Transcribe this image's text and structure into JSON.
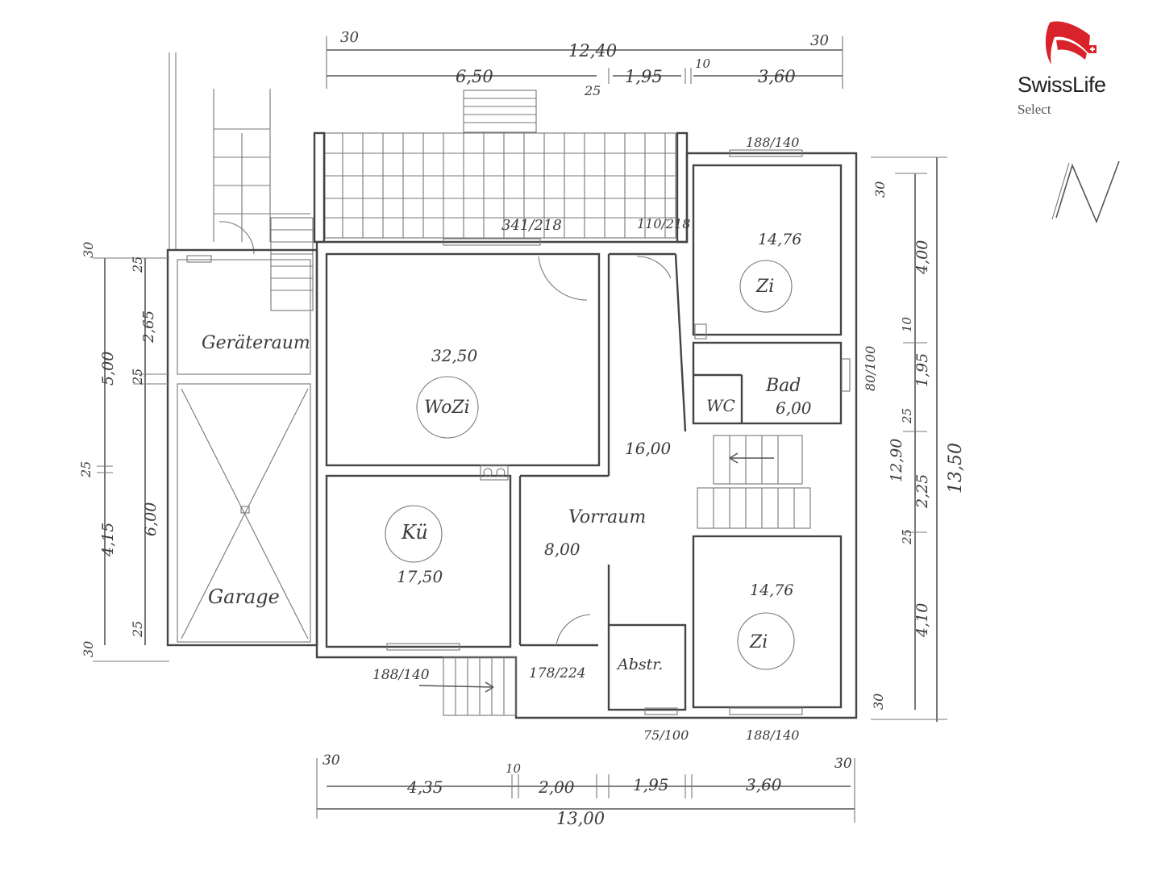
{
  "brand": {
    "name": "SwissLife",
    "sub": "Select",
    "colors": {
      "red": "#d8232a",
      "text": "#1f1f1f"
    }
  },
  "compass": {
    "label": "N"
  },
  "rooms": {
    "geraeteraum": {
      "name": "Geräteraum"
    },
    "garage": {
      "name": "Garage"
    },
    "wozi": {
      "name": "WoZi",
      "area": "32,50"
    },
    "kue": {
      "name": "Kü",
      "area": "17,50"
    },
    "vorraum": {
      "name": "Vorraum",
      "area": "8,00"
    },
    "flur": {
      "area": "16,00"
    },
    "zi_top": {
      "name": "Zi",
      "area": "14,76"
    },
    "zi_bottom": {
      "name": "Zi",
      "area": "14,76"
    },
    "bad": {
      "name": "Bad",
      "area": "6,00"
    },
    "wc": {
      "name": "WC"
    },
    "abstr": {
      "name": "Abstr."
    }
  },
  "openings": {
    "top_window": "341/218",
    "top_door": "110/218",
    "top_right_window": "188/140",
    "bad_window": "80/100",
    "bottom_left_window": "188/140",
    "entry_door": "178/224",
    "abstr_window": "75/100",
    "bottom_right_window": "188/140"
  },
  "dims_top": {
    "outer_left": "30",
    "outer_right": "30",
    "total": "12,40",
    "seg1": "6,50",
    "seg_small": "25",
    "seg2": "1,95",
    "seg_gap": "10",
    "seg3": "3,60"
  },
  "dims_bottom": {
    "outer_left": "30",
    "outer_right": "30",
    "seg1": "4,35",
    "gap": "10",
    "seg2": "2,00",
    "seg3": "1,95",
    "seg4": "3,60",
    "total": "13,00"
  },
  "dims_left": {
    "top": "30",
    "wall1": "25",
    "seg1": "2,65",
    "total1": "5,00",
    "wall2": "25",
    "wall_mid": "25",
    "seg2": "6,00",
    "seg3": "4,15",
    "wall3": "25",
    "bottom": "30"
  },
  "dims_right": {
    "top": "30",
    "seg1": "4,00",
    "gap1": "10",
    "seg2": "1,95",
    "wall1": "25",
    "seg3": "2,25",
    "total_inner": "12,90",
    "total": "13,50",
    "wall2": "25",
    "seg4": "4,10",
    "bottom": "30"
  }
}
